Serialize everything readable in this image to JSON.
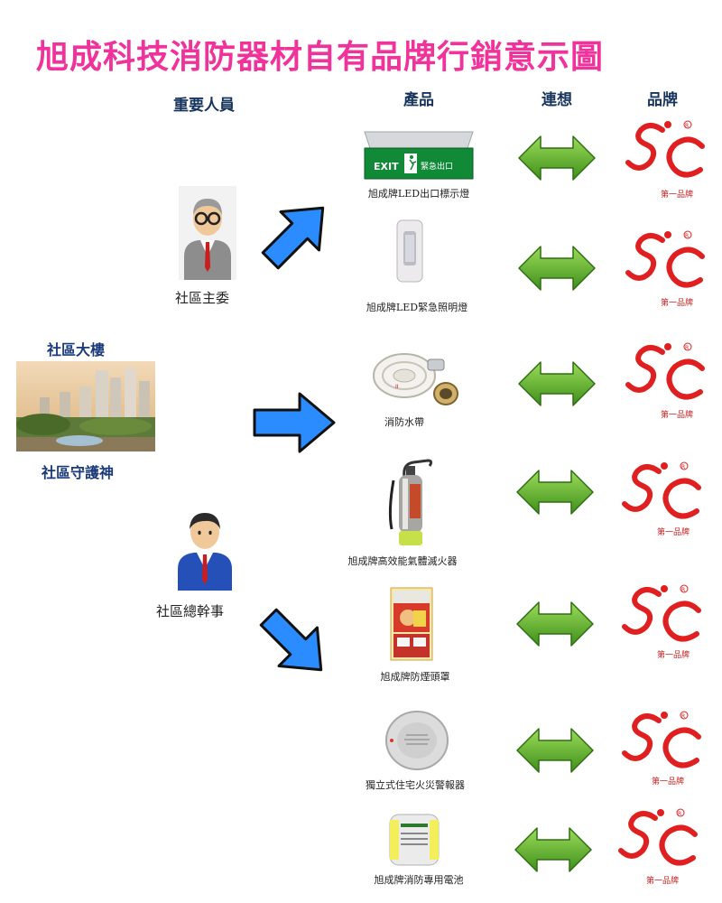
{
  "title": "旭成科技消防器材自有品牌行銷意示圖",
  "headers": {
    "people": "重要人員",
    "products": "產品",
    "association": "連想",
    "brand": "品牌"
  },
  "community": {
    "building_label": "社區大樓",
    "guardian_label": "社區守護神"
  },
  "roles": {
    "committee": "社區主委",
    "manager": "社區總幹事"
  },
  "products": [
    {
      "name": "旭成牌LED出口標示燈",
      "icon": "exit-sign-icon",
      "sign_text_en": "EXIT",
      "sign_text_zh": "緊急出口"
    },
    {
      "name": "旭成牌LED緊急照明燈",
      "icon": "emergency-light-icon"
    },
    {
      "name": "消防水帶",
      "icon": "fire-hose-icon"
    },
    {
      "name": "旭成牌高效能氣體滅火器",
      "icon": "fire-extinguisher-icon"
    },
    {
      "name": "旭成牌防煙頭罩",
      "icon": "smoke-hood-icon"
    },
    {
      "name": "獨立式住宅火災警報器",
      "icon": "smoke-detector-icon"
    },
    {
      "name": "旭成牌消防專用電池",
      "icon": "battery-icon"
    }
  ],
  "brand_logo": {
    "tagline": "第一品牌",
    "registered": "®",
    "color": "#e02020"
  },
  "colors": {
    "title": "#f0329b",
    "arrow_blue": "#2a8cff",
    "arrow_green": "#5ab82a",
    "label_blue": "#1a3a7a"
  }
}
